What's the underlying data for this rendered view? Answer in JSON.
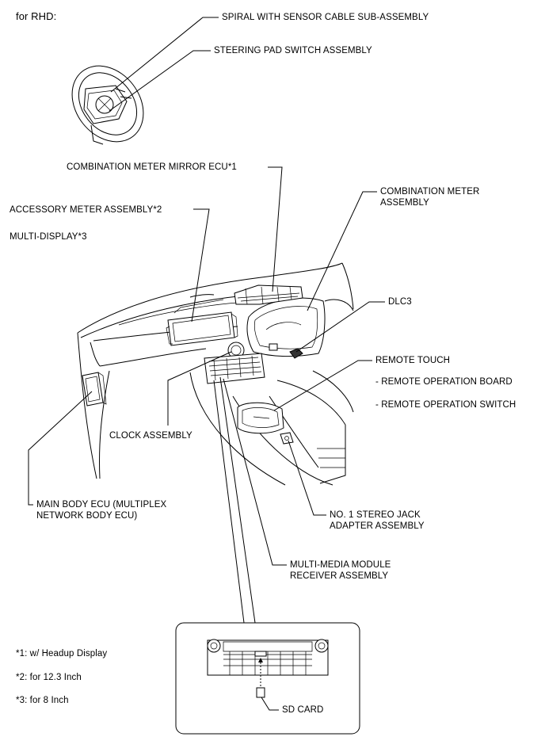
{
  "header": {
    "title": "for RHD:"
  },
  "labels": {
    "spiral_cable": "SPIRAL WITH SENSOR CABLE SUB-ASSEMBLY",
    "steering_pad_switch": "STEERING PAD SWITCH ASSEMBLY",
    "combination_meter_mirror_ecu": "COMBINATION METER MIRROR ECU*1",
    "combination_meter_line1": "COMBINATION METER",
    "combination_meter_line2": "ASSEMBLY",
    "accessory_meter": "ACCESSORY METER ASSEMBLY*2",
    "multi_display": "MULTI-DISPLAY*3",
    "dlc3": "DLC3",
    "remote_touch": "REMOTE TOUCH",
    "remote_operation_board": "- REMOTE OPERATION BOARD",
    "remote_operation_switch": "- REMOTE OPERATION SWITCH",
    "clock_assembly": "CLOCK ASSEMBLY",
    "main_body_ecu_line1": "MAIN BODY ECU (MULTIPLEX",
    "main_body_ecu_line2": "NETWORK BODY ECU)",
    "stereo_jack_line1": "NO. 1 STEREO JACK",
    "stereo_jack_line2": "ADAPTER ASSEMBLY",
    "multimedia_line1": "MULTI-MEDIA MODULE",
    "multimedia_line2": "RECEIVER ASSEMBLY",
    "sd_card": "SD CARD"
  },
  "footnotes": [
    "*1: w/ Headup Display",
    "*2: for 12.3 Inch",
    "*3: for 8 Inch"
  ]
}
